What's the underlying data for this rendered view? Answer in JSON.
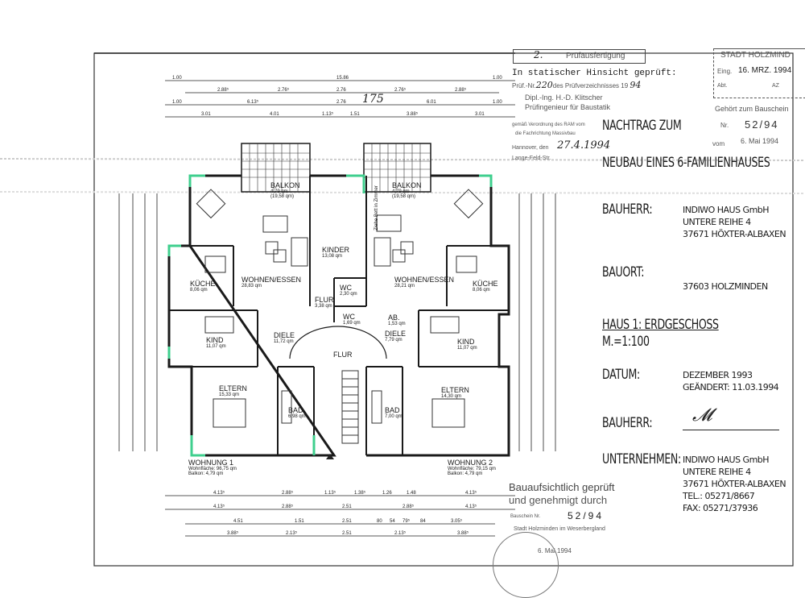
{
  "stamps": {
    "pruef_copy": {
      "number": "2.",
      "label": "Prüfausfertigung"
    },
    "static_check": {
      "line1": "In statischer Hinsicht geprüft:",
      "line2_prefix": "Prüf.-Nr.",
      "line2_number": "220",
      "line2_suffix": "des Prüfverzeichnisses 19",
      "line2_year": "94",
      "engineer": "Dipl.-Ing. H.-D. Klitscher",
      "role": "Prüfingenieur für Baustatik",
      "regulation": "gemäß Verordnung des RAM vom",
      "field": "die Fachrichtung Massivbau",
      "place_date_label": "Hannover, den",
      "date": "27.4.1994",
      "street": "Lange-Feld-Str."
    },
    "city": {
      "title": "STADT HOLZMIND",
      "eing_label": "Eing.",
      "eing_date": "16. MRZ. 1994",
      "abt_label": "Abt.",
      "az_label": "AZ",
      "belongs": "Gehört zum Bauschein",
      "nr_label": "Nr.",
      "nr": "52/94",
      "vom_label": "vom",
      "vom_date": "6. Mai 1994"
    },
    "approval": {
      "line1": "Bauaufsichtlich geprüft",
      "line2": "und genehmigt durch",
      "schein_label": "Bauschein Nr.",
      "schein_nr": "52/94",
      "authority": "Stadt Holzminden im Weserbergland",
      "date": "6. Mai 1994"
    }
  },
  "title_block": {
    "title1": "NACHTRAG ZUM",
    "title2": "NEUBAU EINES 6-FAMILIENHAUSES",
    "bauherr_label": "BAUHERR:",
    "bauherr": [
      "INDIWO HAUS GmbH",
      "UNTERE REIHE 4",
      "37671 HÖXTER-ALBAXEN"
    ],
    "bauort_label": "BAUORT:",
    "bauort": "37603 HOLZMINDEN",
    "drawing": "HAUS 1: ERDGESCHOSS",
    "scale": "M.=1:100",
    "datum_label": "DATUM:",
    "datum": "DEZEMBER 1993",
    "changed": "GEÄNDERT: 11.03.1994",
    "bauherr_sign_label": "BAUHERR:",
    "unternehmen_label": "UNTERNEHMEN:",
    "unternehmen": [
      "INDIWO HAUS GmbH",
      "UNTERE REIHE 4",
      "37671 HÖXTER-ALBAXEN",
      "TEL.: 05271/8667",
      "FAX: 05271/37936"
    ]
  },
  "rooms": {
    "balkon_l": {
      "name": "BALKON",
      "area": "4,79 qm",
      "area2": "(19,58 qm)"
    },
    "balkon_r": {
      "name": "BALKON",
      "area": "4,79 qm",
      "area2": "(19,58 qm)"
    },
    "wohnen_l": {
      "name": "WOHNEN/ESSEN",
      "area": "28,83 qm"
    },
    "wohnen_r": {
      "name": "WOHNEN/ESSEN",
      "area": "28,21 qm"
    },
    "kueche_l": {
      "name": "KÜCHE",
      "area": "8,06 qm"
    },
    "kueche_r": {
      "name": "KÜCHE",
      "area": "8,06 qm"
    },
    "kinder": {
      "name": "KINDER",
      "area": "13,08 qm"
    },
    "wc1": {
      "name": "WC",
      "area": "2,30 qm"
    },
    "flur_s": {
      "name": "FLUR",
      "area": "3,38 qm"
    },
    "wc2": {
      "name": "WC",
      "area": "1,69 qm"
    },
    "ab": {
      "name": "AB.",
      "area": "1,53 qm"
    },
    "kind_l": {
      "name": "KIND",
      "area": "11,07 qm"
    },
    "kind_r": {
      "name": "KIND",
      "area": "11,07 qm"
    },
    "diele_l": {
      "name": "DIELE",
      "area": "11,72 qm"
    },
    "diele_r": {
      "name": "DIELE",
      "area": "7,79 qm"
    },
    "flur": {
      "name": "FLUR"
    },
    "eltern_l": {
      "name": "ELTERN",
      "area": "15,33 qm"
    },
    "eltern_r": {
      "name": "ELTERN",
      "area": "14,30 qm"
    },
    "bad_l": {
      "name": "BAD",
      "area": "6,98 qm"
    },
    "bad_r": {
      "name": "BAD",
      "area": "7,00 qm"
    },
    "bed_note": {
      "text": "Ziehe Bett in Zimmer"
    }
  },
  "units": [
    {
      "name": "WOHNUNG 1",
      "area": "Wohnfläche: 96,75 qm",
      "balcony": "Balkon: 4,79 qm"
    },
    {
      "name": "WOHNUNG 2",
      "area": "Wohnfläche: 79,15 qm",
      "balcony": "Balkon: 4,79 qm"
    }
  ],
  "dimensions": {
    "top": [
      [
        "1.00",
        "15.86",
        "1.00"
      ],
      [
        "2.88⁵",
        "2.76⁵",
        "2.76",
        "2.76⁵",
        "2.88⁵"
      ],
      [
        "1.00",
        "6.13⁵",
        "2.76",
        "6.01",
        "1.00"
      ],
      [
        "3.01",
        "4.01",
        "1.13⁵",
        "1.51",
        "3.88⁵",
        "3.01"
      ]
    ],
    "bottom": [
      [
        "4.13⁵",
        "2.88⁵",
        "1.13⁵",
        "1.38⁵",
        "1.26",
        "1.48",
        "4.13⁵"
      ],
      [
        "4.13⁵",
        "2.88⁵",
        "2.51",
        "2.88⁵",
        "4.13⁵"
      ],
      [
        "4.51",
        "1.51",
        "2.51",
        "80",
        "54",
        "79⁵",
        "84",
        "3.05⁵"
      ],
      [
        "3.88⁵",
        "2.13⁵",
        "2.51",
        "2.13⁵",
        "3.88⁵"
      ]
    ],
    "handwritten": "175"
  },
  "colors": {
    "wall": "#1a1a1a",
    "highlight": "#3fcf8e",
    "stamp": "#555555"
  }
}
